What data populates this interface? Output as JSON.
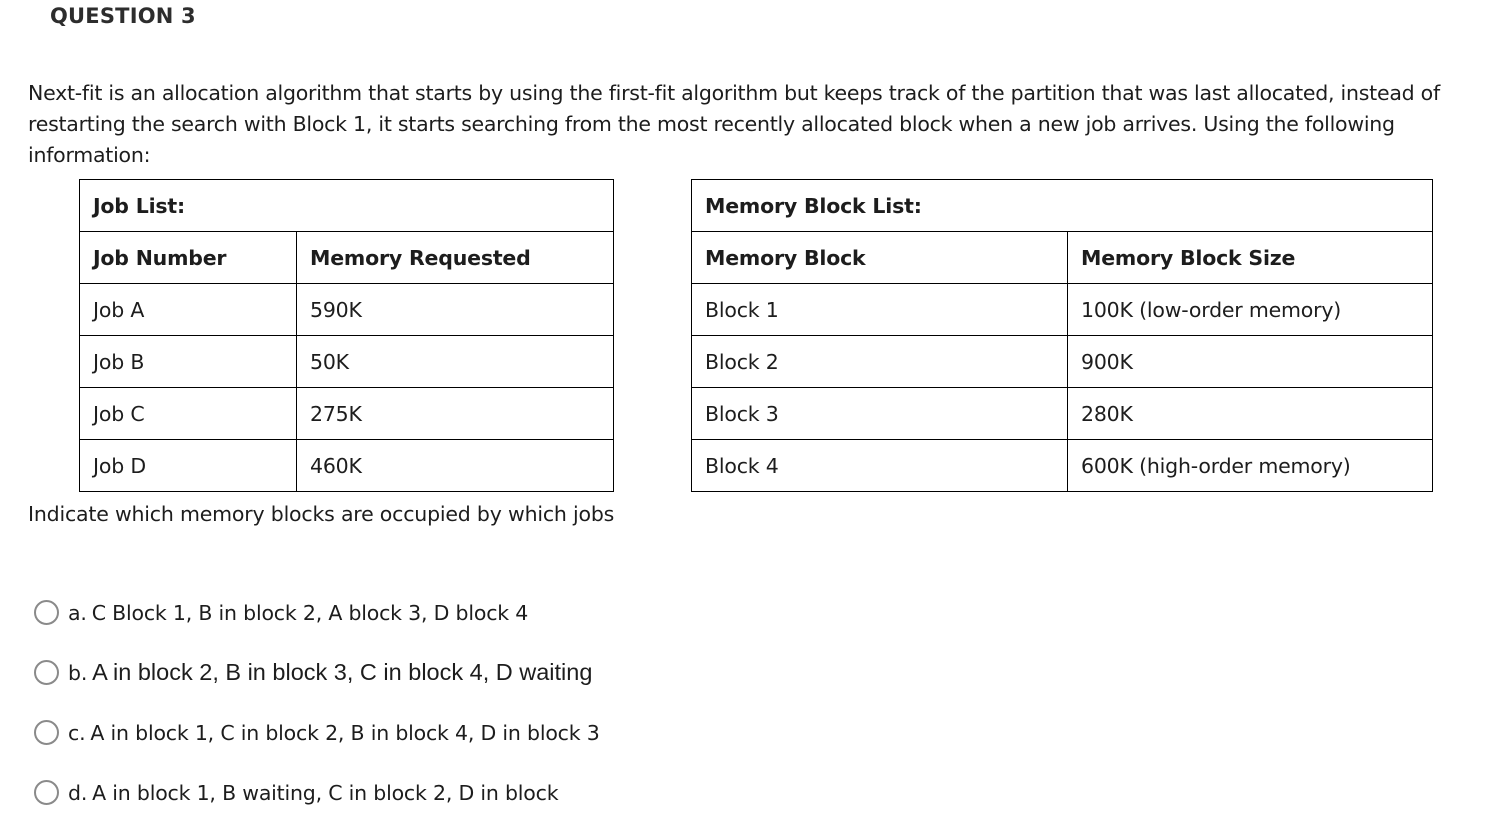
{
  "question": {
    "heading": "QUESTION 3",
    "intro": "Next-fit is an allocation algorithm that starts by using the first-fit algorithm but keeps track of the partition that was last allocated, instead of restarting the search with Block 1, it starts searching from the most recently allocated block when a new job arrives. Using the following information:",
    "prompt": "Indicate which memory blocks are occupied by which jobs"
  },
  "job_table": {
    "title": "Job List:",
    "headers": [
      "Job Number",
      "Memory Requested"
    ],
    "rows": [
      [
        "Job A",
        "590K"
      ],
      [
        "Job B",
        "50K"
      ],
      [
        "Job C",
        "275K"
      ],
      [
        "Job D",
        "460K"
      ]
    ]
  },
  "block_table": {
    "title": "Memory Block List:",
    "headers": [
      "Memory Block",
      "Memory Block Size"
    ],
    "rows": [
      [
        "Block 1",
        "100K (low-order memory)"
      ],
      [
        "Block 2",
        "900K"
      ],
      [
        "Block 3",
        "280K"
      ],
      [
        "Block 4",
        "600K (high-order memory)"
      ]
    ]
  },
  "options": [
    {
      "letter": "a.",
      "text": "C Block 1, B in block 2, A block 3, D block 4",
      "selected": false
    },
    {
      "letter": "b.",
      "text": "A in block 2, B in block 3, C in block 4, D waiting",
      "selected": false
    },
    {
      "letter": "c.",
      "text": "A in block 1, C in block 2, B in block 4, D in block 3",
      "selected": false
    },
    {
      "letter": "d.",
      "text": "A in block 1, B waiting, C in block 2, D in block",
      "selected": false
    }
  ],
  "colors": {
    "background": "#ffffff",
    "text": "#1d1d1d",
    "heading": "#2d2d2d",
    "table_border": "#000000",
    "radio_border": "#8a8a8a"
  }
}
